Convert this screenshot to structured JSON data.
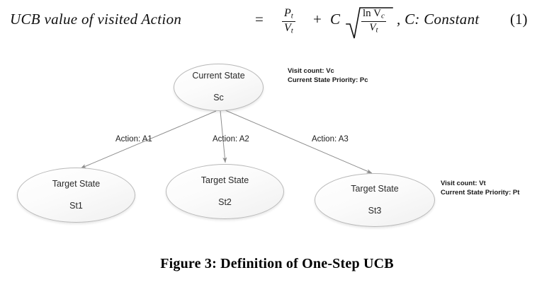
{
  "equation": {
    "lhs": "UCB value of visited Action",
    "equals": "=",
    "fraction_main": {
      "numerator": "P",
      "numerator_sub": "t",
      "denominator": "V",
      "denominator_sub": "t"
    },
    "plus": "+",
    "coefficient": "C",
    "sqrt_fraction": {
      "numerator": "ln V",
      "numerator_sub": "c",
      "denominator": "V",
      "denominator_sub": "t"
    },
    "tail": ", C: Constant",
    "number": "(1)"
  },
  "diagram": {
    "root": {
      "title": "Current State",
      "sub": "Sc",
      "annotation_line1": "Visit count: Vc",
      "annotation_line2": "Current State Priority: Pc"
    },
    "edges": [
      {
        "label": "Action: A1"
      },
      {
        "label": "Action: A2"
      },
      {
        "label": "Action: A3"
      }
    ],
    "targets": [
      {
        "title": "Target State",
        "sub": "St1"
      },
      {
        "title": "Target State",
        "sub": "St2"
      },
      {
        "title": "Target State",
        "sub": "St3"
      }
    ],
    "target_annotation": {
      "line1": "Visit count: Vt",
      "line2": "Current State Priority: Pt"
    }
  },
  "caption": "Figure 3: Definition of One-Step UCB",
  "colors": {
    "node_border": "#b9b9b9",
    "edge": "#8d8d8d",
    "text": "#2b2b2b",
    "background": "#ffffff"
  }
}
